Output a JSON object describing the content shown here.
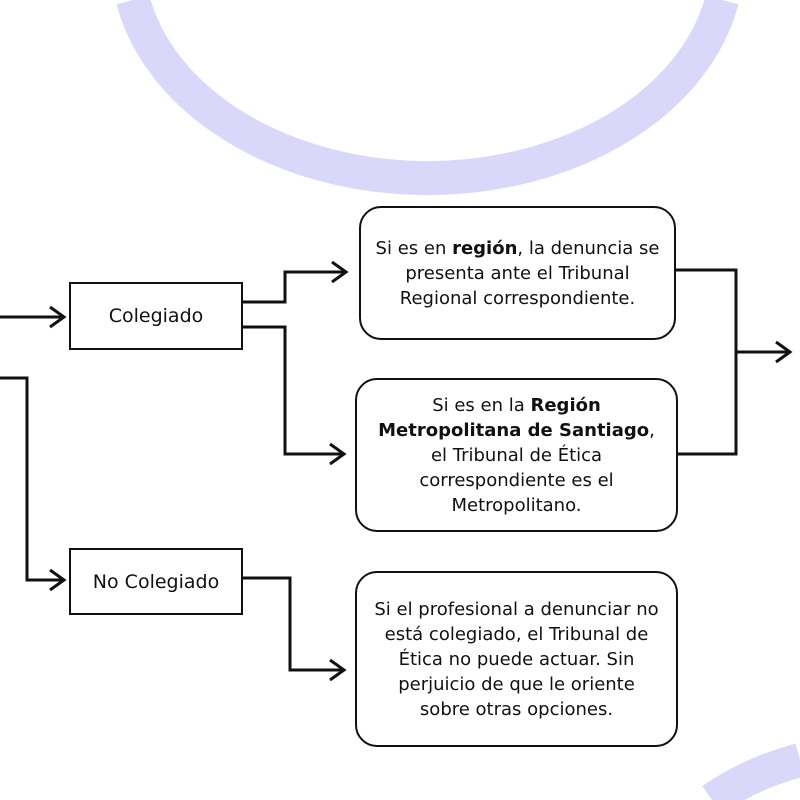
{
  "diagram": {
    "nodes": {
      "colegiado": {
        "label": "Colegiado"
      },
      "no_colegiado": {
        "label": "No Colegiado"
      },
      "region": {
        "segments": [
          {
            "text": "Si es en ",
            "bold": false
          },
          {
            "text": "región",
            "bold": true
          },
          {
            "text": ", la denuncia se presenta ante el Tribunal Regional correspondiente.",
            "bold": false
          }
        ]
      },
      "metropolitana": {
        "segments": [
          {
            "text": "Si es en la ",
            "bold": false
          },
          {
            "text": "Región Metropolitana de Santiago",
            "bold": true
          },
          {
            "text": ", el Tribunal de Ética correspondiente es el Metropolitano.",
            "bold": false
          }
        ]
      },
      "no_colegiado_info": {
        "segments": [
          {
            "text": "Si el profesional a denunciar no está colegiado, el Tribunal de Ética no puede actuar. Sin perjuicio de que le oriente sobre otras opciones.",
            "bold": false
          }
        ]
      }
    },
    "colors": {
      "stroke": "#111111",
      "background": "#ffffff",
      "decor_arc": "#d9d8fb"
    }
  }
}
